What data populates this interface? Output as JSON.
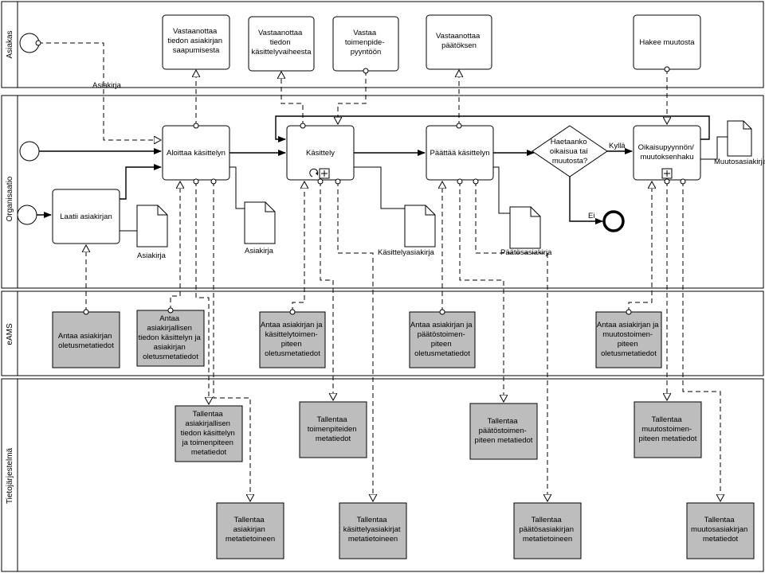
{
  "lanes": [
    {
      "label": "Asiakas"
    },
    {
      "label": "Organisaatio"
    },
    {
      "label": "eAMS"
    },
    {
      "label": "Tietojärjestelmä"
    }
  ],
  "tasks": {
    "t_asiakas1": [
      "Vastaanottaa",
      "tiedon asiakirjan",
      "saapumisesta"
    ],
    "t_asiakas2": [
      "Vastaanottaa",
      "tiedon",
      "käsittelyvaiheesta"
    ],
    "t_asiakas3": [
      "Vastaa",
      "toimenpide-",
      "pyyntöön"
    ],
    "t_asiakas4": [
      "Vastaanottaa",
      "päätöksen"
    ],
    "t_asiakas5": [
      "Hakee muutosta"
    ],
    "t_laatii": [
      "Laatii asiakirjan"
    ],
    "t_aloittaa": [
      "Aloittaa käsittelyn"
    ],
    "t_kasittely": [
      "Käsittely"
    ],
    "t_paattaa": [
      "Päättää käsittelyn"
    ],
    "t_oikaisu": [
      "Oikaisupyynnön/",
      "muutoksenhaku"
    ],
    "g_haetaanko": [
      "Haetaanko",
      "oikaisua tai",
      "muutosta?"
    ],
    "e_antaa1": [
      "Antaa asiakirjan",
      "oletusmetatiedot"
    ],
    "e_antaa2": [
      "Antaa",
      "asiakirjallisen",
      "tiedon käsittelyn ja",
      "asiakirjan",
      "oletusmetatiedot"
    ],
    "e_antaa3": [
      "Antaa asiakirjan ja",
      "käsittelytoimen-",
      "piteen",
      "oletusmetatiedot"
    ],
    "e_antaa4": [
      "Antaa asiakirjan ja",
      "päätöstoimen-",
      "piteen",
      "oletusmetatiedot"
    ],
    "e_antaa5": [
      "Antaa asiakirjan ja",
      "muutostoimen-",
      "piteen",
      "oletusmetatiedot"
    ],
    "s_tal1": [
      "Tallentaa",
      "asiakirjallisen",
      "tiedon käsittelyn",
      "ja toimenpiteen",
      "metatiedot"
    ],
    "s_tal2": [
      "Tallentaa",
      "toimenpiteiden",
      "metatiedot"
    ],
    "s_tal3": [
      "Tallentaa",
      "päätöstoimen-",
      "piteen metatiedot"
    ],
    "s_tal4": [
      "Tallentaa",
      "muutostoimen-",
      "piteen metatiedot"
    ],
    "s_tal5": [
      "Tallentaa",
      "asiakirjan",
      "metatietoineen"
    ],
    "s_tal6": [
      "Tallentaa",
      "käsittelyasiakirjat",
      "metatietoineen"
    ],
    "s_tal7": [
      "Tallentaa",
      "päätösasiakirjan",
      "metatietoineen"
    ],
    "s_tal8": [
      "Tallentaa",
      "muutosasiakirjan",
      "metatiedot"
    ]
  },
  "documents": {
    "d1": "Asiakirja",
    "d2": "Asiakirja",
    "d3": "Käsittelyasiakirja",
    "d4": "Päätösasiakirja",
    "d5": "Muutosasiakirja"
  },
  "labels": {
    "asiakirja_flow": "Asiakirja",
    "yes": "Kyllä",
    "no": "Ei"
  }
}
